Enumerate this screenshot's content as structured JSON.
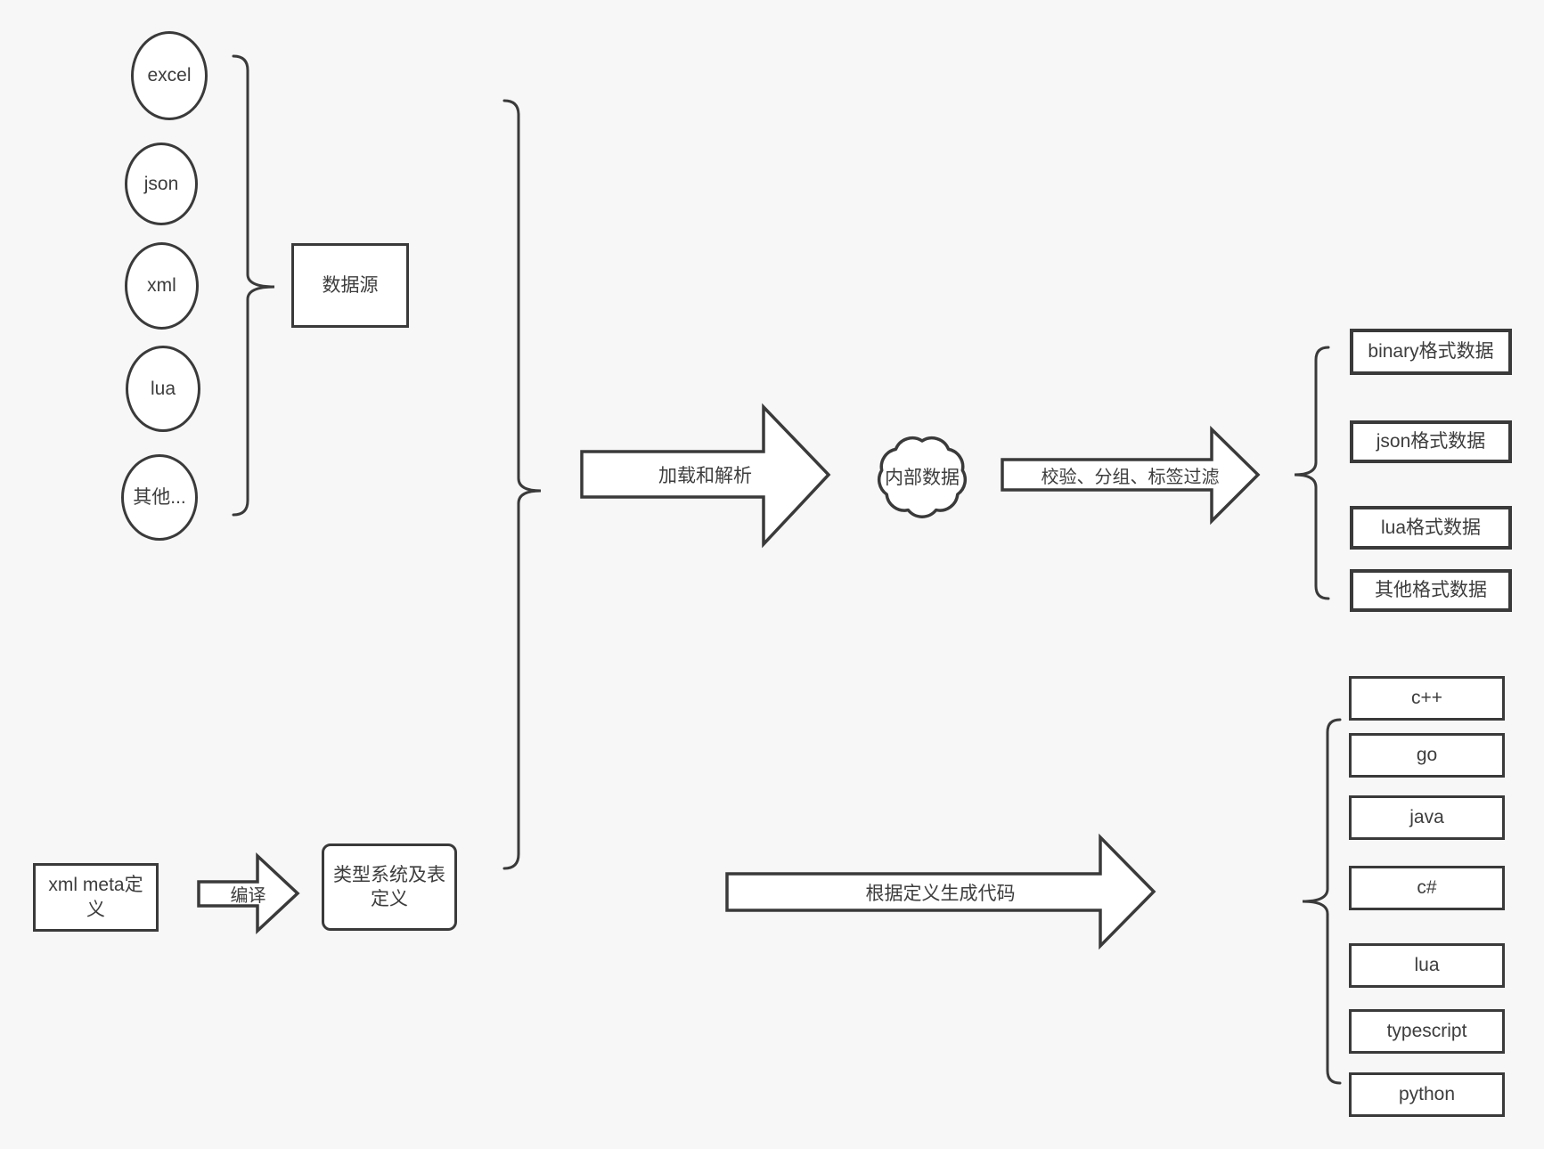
{
  "colors": {
    "background": "#f7f7f7",
    "stroke": "#3a3a3a",
    "shape_fill": "#ffffff",
    "text": "#3d3d3d"
  },
  "sources": {
    "group_label": "数据源",
    "items": [
      "excel",
      "json",
      "xml",
      "lua",
      "其他..."
    ]
  },
  "flow": {
    "load_arrow_label": "加载和解析",
    "cloud_label": "内部数据",
    "filter_arrow_label": "校验、分组、标签过滤",
    "outputs": [
      "binary格式数据",
      "json格式数据",
      "lua格式数据",
      "其他格式数据"
    ]
  },
  "definitions": {
    "xml_meta_label": "xml meta定义",
    "compile_arrow_label": "编译",
    "type_system_label": "类型系统及表定义",
    "codegen_arrow_label": "根据定义生成代码",
    "languages": [
      "c++",
      "go",
      "java",
      "c#",
      "lua",
      "typescript",
      "python"
    ]
  }
}
